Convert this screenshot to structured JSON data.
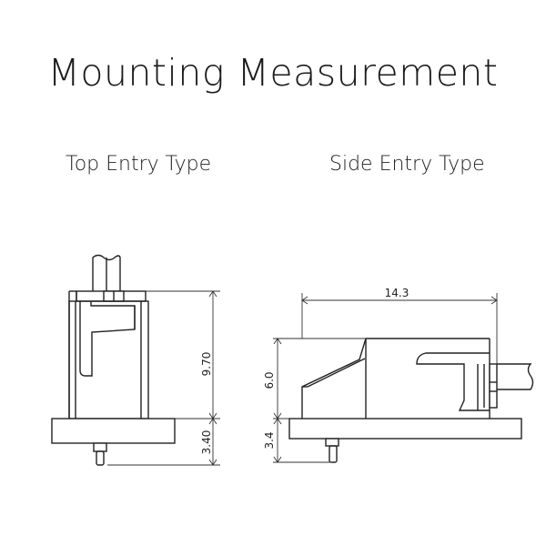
{
  "page": {
    "title": "Mounting Measurement"
  },
  "top_entry": {
    "label": "Top Entry Type",
    "dim_body_height": "9.70",
    "dim_pin_length": "3.40"
  },
  "side_entry": {
    "label": "Side Entry Type",
    "dim_width": "14.3",
    "dim_body_height": "6.0",
    "dim_pin_length": "3.4"
  }
}
